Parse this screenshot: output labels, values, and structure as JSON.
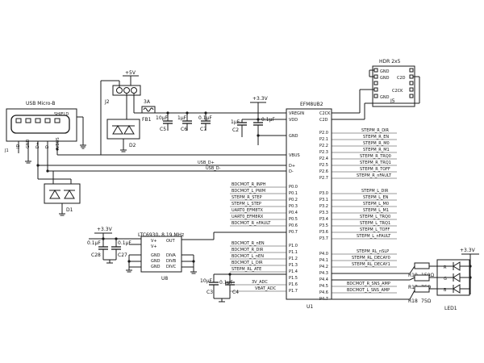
{
  "usb": {
    "title": "USB Micro-B",
    "shield": "SHIELD",
    "ref": "J1",
    "pins": [
      "ID",
      "GND",
      "D+",
      "D-",
      "VBUS"
    ]
  },
  "j2": {
    "ref": "J2",
    "net": "+5V"
  },
  "fuse": {
    "ref": "FB1",
    "rating": "3A"
  },
  "caps_top": [
    {
      "ref": "C5",
      "value": "10µF"
    },
    {
      "ref": "C6",
      "value": "1µF"
    },
    {
      "ref": "C7",
      "value": "0.1µF"
    }
  ],
  "d2": {
    "ref": "D2"
  },
  "d1": {
    "ref": "D1"
  },
  "usb_nets": {
    "dp": "USB_D+",
    "dm": "USB_D-"
  },
  "rail_top": {
    "label": "+3.3V"
  },
  "c2": {
    "ref": "C2",
    "value1": "1µF",
    "value2": "0.1µF"
  },
  "u1": {
    "name": "EFM8UB2",
    "ref": "U1",
    "left_pins": [
      "VREGIN",
      "VDD",
      "GND",
      "VBUS",
      "D+",
      "D-",
      "P0.0",
      "P0.1",
      "P0.2",
      "P0.3",
      "P0.4",
      "P0.5",
      "P0.6",
      "P0.7",
      "P1.0",
      "P1.1",
      "P1.2",
      "P1.3",
      "P1.4",
      "P1.5",
      "P1.6",
      "P1.7"
    ],
    "right_pins": [
      "C2CK",
      "C2D",
      "P2.0",
      "P2.1",
      "P2.2",
      "P2.3",
      "P2.4",
      "P2.5",
      "P2.6",
      "P2.7",
      "P3.0",
      "P3.1",
      "P3.2",
      "P3.3",
      "P3.4",
      "P3.5",
      "P3.6",
      "P3.7",
      "P4.0",
      "P4.1",
      "P4.2",
      "P4.3",
      "P4.4",
      "P4.5",
      "P4.6",
      "P4.7"
    ]
  },
  "left_nets": [
    "BDCMOT_R_INPH",
    "BDCMOT_L_PWM",
    "STEPM_R_STEP",
    "STEPM_L_STEP",
    "UART0_EFM8TX",
    "UART0_EFM8RX",
    "BDCMOT_R_nFAULT",
    "",
    "BDCMOT_R_nEN",
    "BDCMOT_R_DIR",
    "BDCMOT_L_nEN",
    "BDCMOT_L_DIR",
    "STEPM_RL_ATE",
    "",
    "3V_ADC",
    "VBAT_ADC"
  ],
  "right_nets": [
    "STEPM_R_DIR",
    "STEPM_R_EN",
    "STEPM_R_M0",
    "STEPM_R_M1",
    "STEPM_R_TRQ0",
    "STEPM_R_TRQ1",
    "STEPM_R_TOFF",
    "STEPM_R_nFAULT",
    "STEPM_L_DIR",
    "STEPM_L_EN",
    "STEPM_L_M0",
    "STEPM_L_M1",
    "STEPM_L_TRQ0",
    "STEPM_L_TRQ1",
    "STEPM_L_TOFF",
    "STEPM_L_nFAULT",
    "STEPM_RL_nSLP",
    "STEPM_RL_DECAY0",
    "STEPM_RL_DECAY1",
    "",
    "BDCMOT_R_SNS_AMP",
    "BDCMOT_L_SNS_AMP"
  ],
  "hdr": {
    "title": "HDR 2x5",
    "ref": "J5",
    "left": [
      "GND",
      "GND",
      "",
      "",
      "GND"
    ],
    "right": [
      "",
      "C2D",
      "",
      "C2CK",
      ""
    ]
  },
  "osc": {
    "title": "LTC6930, 8.19 MHz",
    "ref": "U8",
    "rail": "+3.3V",
    "pins_left": [
      "V+",
      "V+",
      "GND",
      "GND",
      "GND"
    ],
    "pins_right": [
      "OUT",
      "",
      "DIVA",
      "DIVB",
      "DIVC"
    ],
    "c28": {
      "ref": "C28",
      "value": "0.1µF"
    },
    "c27": {
      "ref": "C27",
      "value": "0.1µF"
    }
  },
  "c3": {
    "ref": "C3",
    "value": "10µF"
  },
  "c4": {
    "ref": "C4",
    "value": "0.1µF"
  },
  "led": {
    "ref": "LED1",
    "rail": "+3.3V",
    "colors": [
      "R",
      "G",
      "B"
    ],
    "res": [
      {
        "ref": "R19",
        "value": "150Ω"
      },
      {
        "ref": "R17",
        "value": "75Ω"
      },
      {
        "ref": "R18",
        "value": "75Ω"
      }
    ]
  }
}
